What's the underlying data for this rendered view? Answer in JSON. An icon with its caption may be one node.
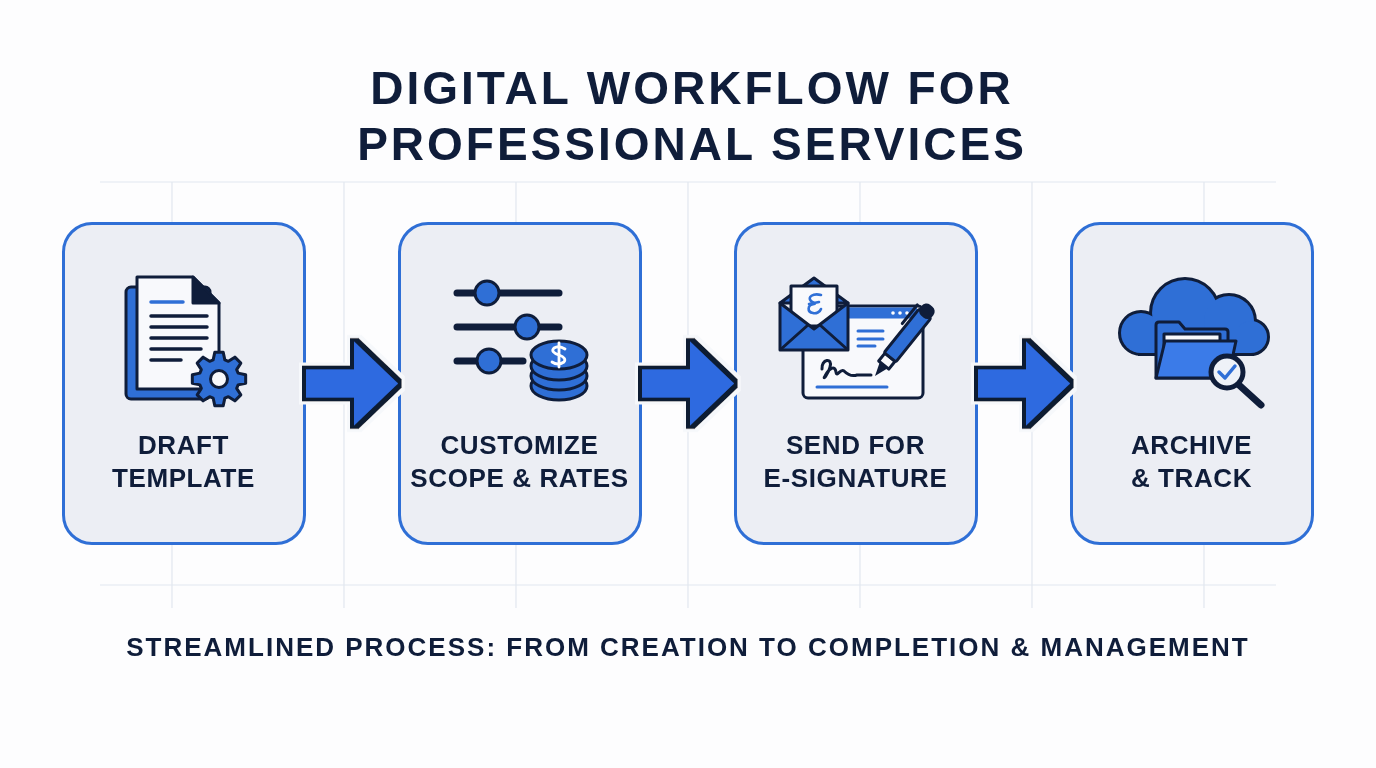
{
  "diagram": {
    "title": "DIGITAL WORKFLOW FOR PROFESSIONAL SERVICES",
    "caption": "STREAMLINED PROCESS: FROM CREATION TO COMPLETION & MANAGEMENT",
    "nodes": [
      {
        "text": [
          "DRAFT TEMPLATE"
        ]
      },
      {
        "text": [
          "CUSTOMIZE SCOPE & RATES"
        ]
      },
      {
        "text": [
          "SEND FOR E-SIGNATURE"
        ]
      },
      {
        "text": [
          "ARCHIVE & TRACK"
        ]
      }
    ],
    "edges": [
      {
        "from": 0,
        "to": 1,
        "arrow": "to"
      },
      {
        "from": 1,
        "to": 2,
        "arrow": "to"
      },
      {
        "from": 2,
        "to": 3,
        "arrow": "to"
      }
    ]
  }
}
